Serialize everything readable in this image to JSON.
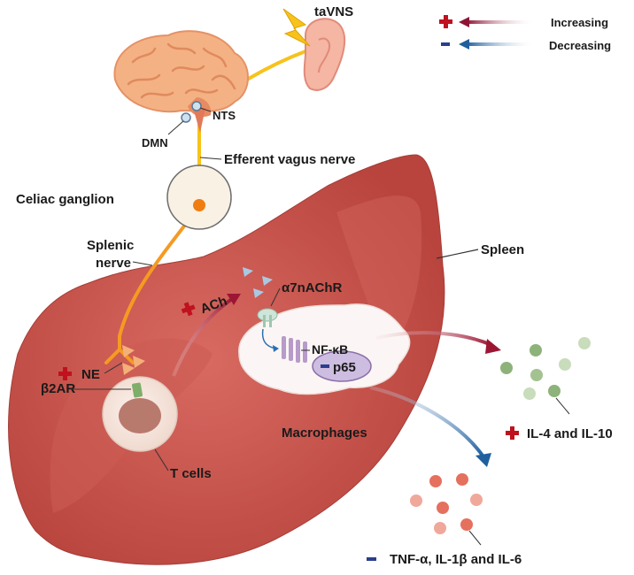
{
  "labels": {
    "tavns": "taVNS",
    "nts": "NTS",
    "dmn": "DMN",
    "efferent_vagus": "Efferent vagus nerve",
    "celiac_ganglion": "Celiac ganglion",
    "splenic_nerve_line1": "Splenic",
    "splenic_nerve_line2": "nerve",
    "spleen": "Spleen",
    "ach": "ACh",
    "a7nachr": "α7nAChR",
    "nfkb": "NF-κB",
    "p65": "p65",
    "ne": "NE",
    "b2ar": "β2AR",
    "macrophages": "Macrophages",
    "t_cells": "T cells",
    "il4_il10": "IL-4 and IL-10",
    "tnf_il1_il6": "TNF-α, IL-1β and IL-6"
  },
  "legend": {
    "increasing": "Increasing",
    "decreasing": "Decreasing"
  },
  "colors": {
    "increase": "#c0111f",
    "decrease": "#2a3e8c",
    "nerve_yellow": "#f7c21b",
    "nerve_orange": "#f59a23",
    "spleen": "#c2504a",
    "anti_inflammatory": "#8db27a",
    "pro_inflammatory": "#e5705e"
  }
}
